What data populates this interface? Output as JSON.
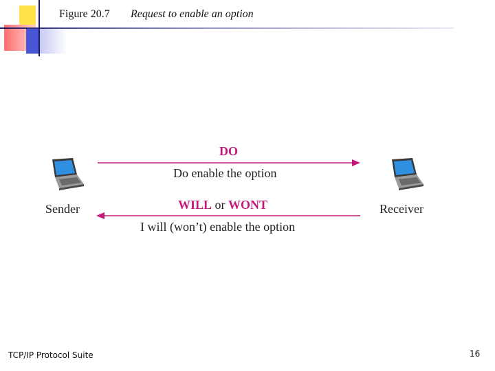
{
  "header": {
    "figure_number": "Figure 20.7",
    "title": "Request to enable an option"
  },
  "nodes": {
    "sender": "Sender",
    "receiver": "Receiver"
  },
  "messages": {
    "do_command": "DO",
    "do_meaning": "Do enable the option",
    "will_command": "WILL",
    "or_word": "or",
    "wont_command": "WONT",
    "will_meaning": "I will (won’t)  enable the option"
  },
  "footer": {
    "suite": "TCP/IP Protocol Suite",
    "page": "16"
  },
  "colors": {
    "accent": "#c2187a",
    "text": "#222222",
    "screen": "#2f8fe0"
  },
  "icons": [
    "laptop-icon",
    "laptop-icon"
  ]
}
